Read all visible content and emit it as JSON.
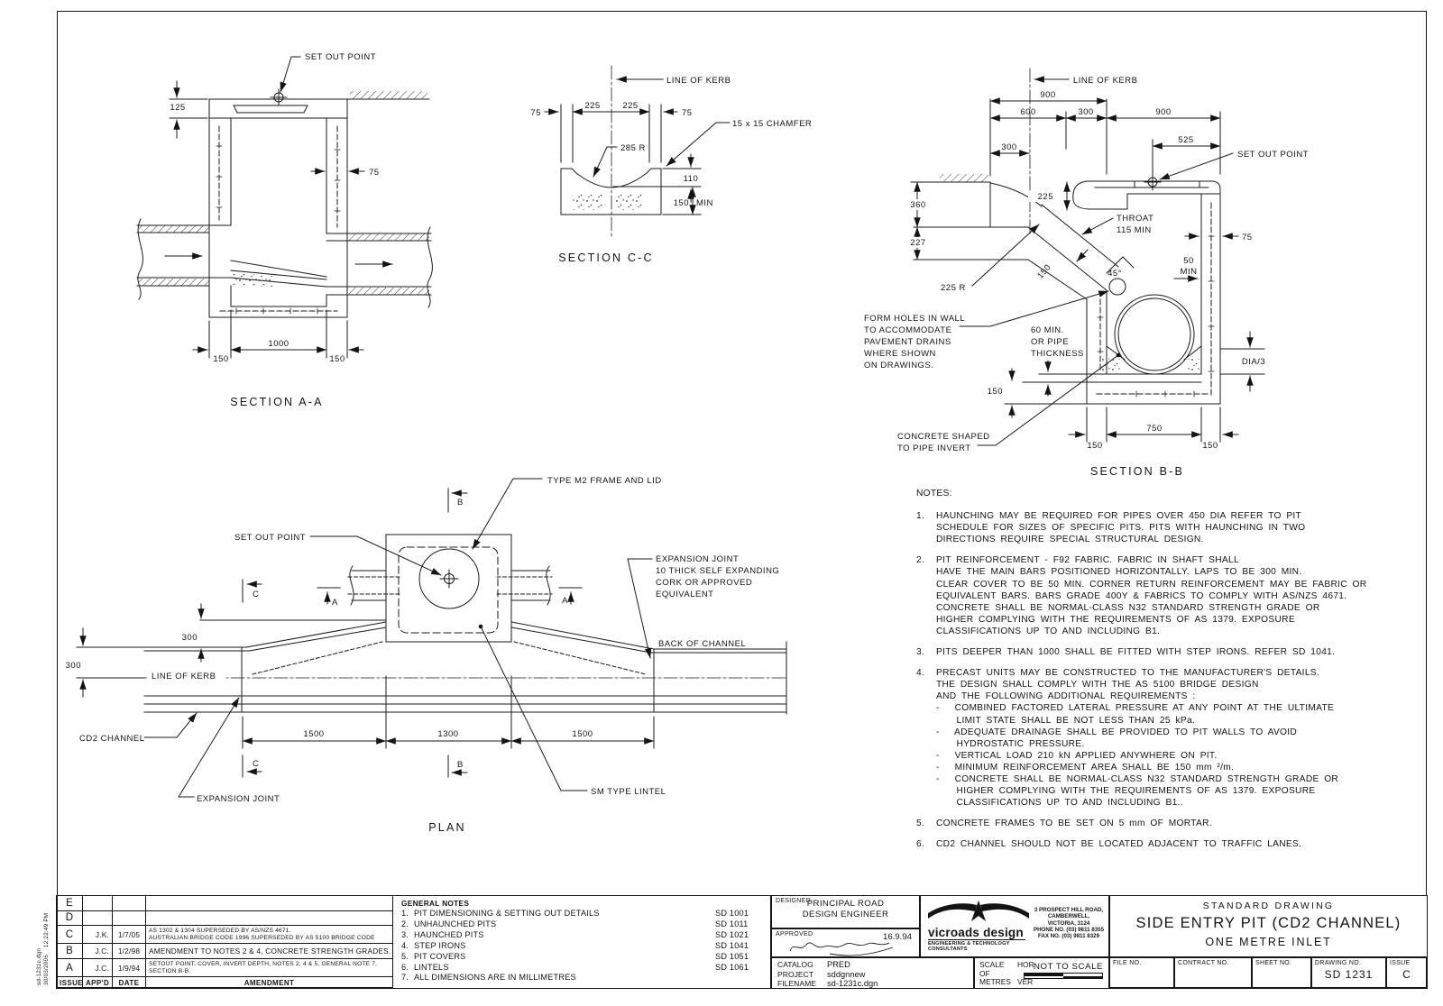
{
  "frame": {
    "margin_note": "sd-1231c.dgn\n30/03/2006    12:22:49 PM"
  },
  "aa": {
    "title": "SECTION A-A",
    "set_out": "SET OUT POINT",
    "d125": "125",
    "d75": "75",
    "d1000": "1000",
    "d150l": "150",
    "d150r": "150"
  },
  "cc": {
    "title": "SECTION C-C",
    "line_of_kerb": "LINE OF KERB",
    "d75l": "75",
    "d225l": "225",
    "d225r": "225",
    "d75r": "75",
    "r285": "285 R",
    "chamfer": "15 x 15 CHAMFER",
    "d110": "110",
    "d150": "150",
    "min": "MIN"
  },
  "bb": {
    "title": "SECTION B-B",
    "line_of_kerb": "LINE OF KERB",
    "set_out": "SET OUT POINT",
    "d900a": "900",
    "d600": "600",
    "d300a": "300",
    "d900b": "900",
    "d300b": "300",
    "d525": "525",
    "d360": "360",
    "d227": "227",
    "d225": "225",
    "r225": "225 R",
    "d150s": "150",
    "throat1": "THROAT",
    "throat2": "115 MIN",
    "a45": "45°",
    "d75": "75",
    "d50": "50",
    "min": "MIN",
    "fh1": "FORM HOLES IN WALL",
    "fh2": "TO ACCOMMODATE",
    "fh3": "PAVEMENT DRAINS",
    "fh4": "WHERE SHOWN",
    "fh5": "ON DRAWINGS.",
    "p1": "60 MIN.",
    "p2": "OR PIPE",
    "p3": "THICKNESS",
    "d150f": "150",
    "dia3": "DIA/3",
    "d750": "750",
    "d150bl": "150",
    "d150br": "150",
    "cs1": "CONCRETE SHAPED",
    "cs2": "TO PIPE INVERT"
  },
  "plan": {
    "title": "PLAN",
    "type_m2": "TYPE M2 FRAME AND LID",
    "set_out": "SET OUT POINT",
    "ej1": "EXPANSION JOINT",
    "ej2": "10 THICK SELF EXPANDING",
    "ej3": "CORK OR APPROVED",
    "ej4": "EQUIVALENT",
    "back": "BACK OF CHANNEL",
    "line_of_kerb": "LINE OF KERB",
    "cd2": "CD2 CHANNEL",
    "ejl": "EXPANSION JOINT",
    "sm": "SM TYPE LINTEL",
    "d300a": "300",
    "d300b": "300",
    "d1500l": "1500",
    "d1300": "1300",
    "d1500r": "1500",
    "mA": "A",
    "mB": "B",
    "mC": "C"
  },
  "notes": {
    "header": "NOTES:",
    "items": [
      {
        "n": "1.",
        "t": "HAUNCHING MAY BE REQUIRED FOR PIPES OVER 450 DIA REFER TO PIT\nSCHEDULE FOR SIZES OF SPECIFIC PITS. PITS WITH HAUNCHING IN TWO\nDIRECTIONS REQUIRE SPECIAL STRUCTURAL DESIGN."
      },
      {
        "n": "2.",
        "t": "PIT REINFORCEMENT - F92 FABRIC. FABRIC IN SHAFT SHALL\nHAVE THE MAIN BARS POSITIONED HORIZONTALLY. LAPS TO BE 300 MIN.\nCLEAR COVER TO BE 50 MIN. CORNER RETURN REINFORCEMENT MAY BE FABRIC OR\nEQUIVALENT BARS. BARS GRADE 400Y & FABRICS TO COMPLY WITH AS/NZS 4671.\nCONCRETE SHALL BE NORMAL-CLASS N32 STANDARD STRENGTH GRADE OR\nHIGHER COMPLYING WITH THE REQUIREMENTS OF AS 1379. EXPOSURE\nCLASSIFICATIONS UP TO AND INCLUDING B1."
      },
      {
        "n": "3.",
        "t": "PITS DEEPER THAN 1000 SHALL BE FITTED WITH STEP IRONS. REFER SD 1041."
      },
      {
        "n": "4.",
        "t": "PRECAST UNITS MAY BE CONSTRUCTED TO THE MANUFACTURER'S DETAILS.\nTHE DESIGN SHALL COMPLY WITH THE AS 5100 BRIDGE DESIGN\nAND THE FOLLOWING ADDITIONAL REQUIREMENTS :\n-   COMBINED FACTORED LATERAL PRESSURE AT ANY POINT AT THE ULTIMATE\n    LIMIT STATE SHALL BE NOT LESS THAN 25 kPa.\n-   ADEQUATE DRAINAGE SHALL BE PROVIDED TO PIT WALLS TO AVOID\n    HYDROSTATIC PRESSURE.\n-   VERTICAL LOAD 210 kN APPLIED ANYWHERE ON PIT.\n-   MINIMUM REINFORCEMENT AREA SHALL BE 150 mm ²/m.\n-   CONCRETE SHALL BE NORMAL-CLASS N32 STANDARD STRENGTH GRADE OR\n    HIGHER COMPLYING WITH THE REQUIREMENTS OF AS 1379. EXPOSURE\n    CLASSIFICATIONS UP TO AND INCLUDING B1.."
      },
      {
        "n": "5.",
        "t": "CONCRETE FRAMES TO BE SET ON 5 mm OF MORTAR."
      },
      {
        "n": "6.",
        "t": "CD2 CHANNEL SHOULD NOT BE LOCATED ADJACENT TO TRAFFIC LANES."
      }
    ]
  },
  "general_notes": {
    "title": "GENERAL NOTES",
    "items": [
      {
        "n": "1.",
        "t": "PIT DIMENSIONING & SETTING OUT DETAILS",
        "sd": "SD 1001"
      },
      {
        "n": "2.",
        "t": "UNHAUNCHED PITS",
        "sd": "SD 1011"
      },
      {
        "n": "3.",
        "t": "HAUNCHED PITS",
        "sd": "SD 1021"
      },
      {
        "n": "4.",
        "t": "STEP IRONS",
        "sd": "SD 1041"
      },
      {
        "n": "5.",
        "t": "PIT COVERS",
        "sd": "SD 1051"
      },
      {
        "n": "6.",
        "t": "LINTELS",
        "sd": "SD 1061"
      },
      {
        "n": "7.",
        "t": "ALL DIMENSIONS ARE IN MILLIMETRES",
        "sd": ""
      }
    ]
  },
  "revisions": {
    "col_issue": "ISSUE",
    "col_appd": "APP'D",
    "col_date": "DATE",
    "col_amendment": "AMENDMENT",
    "rows": [
      {
        "issue": "E",
        "appd": "",
        "date": "",
        "text": ""
      },
      {
        "issue": "D",
        "appd": "",
        "date": "",
        "text": ""
      },
      {
        "issue": "C",
        "appd": "J.K.",
        "date": "1/7/05",
        "text": "AS 1302 & 1304 SUPERSEDED BY AS/NZS 4671.\nAUSTRALIAN BRIDGE CODE 1996 SUPERSEDED BY AS 5100 BRIDGE CODE"
      },
      {
        "issue": "B",
        "appd": "J.C.",
        "date": "1/2/98",
        "text": "AMENDMENT TO NOTES 2 & 4, CONCRETE STRENGTH GRADES."
      },
      {
        "issue": "A",
        "appd": "J.C.",
        "date": "1/9/94",
        "text": "SETOUT POINT, COVER, INVERT DEPTH, NOTES 2, 4 & 5, GENERAL NOTE 7,\nSECTION B-B."
      }
    ]
  },
  "tb": {
    "designed_label": "DESIGNED",
    "designed": "PRINCIPAL ROAD\nDESIGN ENGINEER",
    "approved_label": "APPROVED",
    "approved_date": "16.9.94",
    "catalog_label": "CATALOG",
    "catalog": "PRED",
    "project_label": "PROJECT",
    "project": "sddgnnew",
    "filename_label": "FILENAME",
    "filename": "sd-1231c.dgn",
    "logo_name": "vicroads design",
    "logo_tagline": "ENGINEERING & TECHNOLOGY CONSULTANTS",
    "address": "3 PROSPECT HILL ROAD,\nCAMBERWELL,\nVICTORIA, 3124\nPHONE NO. (03) 9811 8355\nFAX NO. (03) 9811 8329",
    "scale1": "SCALE",
    "scale2": "OF",
    "scale3": "METRES",
    "hor": "HOR",
    "ver": "VER",
    "nts": "NOT TO SCALE",
    "kicker": "STANDARD DRAWING",
    "title1": "SIDE ENTRY PIT (CD2 CHANNEL)",
    "title2": "ONE METRE INLET",
    "file_label": "FILE NO.",
    "contract_label": "CONTRACT NO.",
    "sheet_label": "SHEET NO.",
    "drawing_label": "DRAWING NO.",
    "drawing_no": "SD 1231",
    "issue_label": "ISSUE",
    "issue": "C"
  }
}
